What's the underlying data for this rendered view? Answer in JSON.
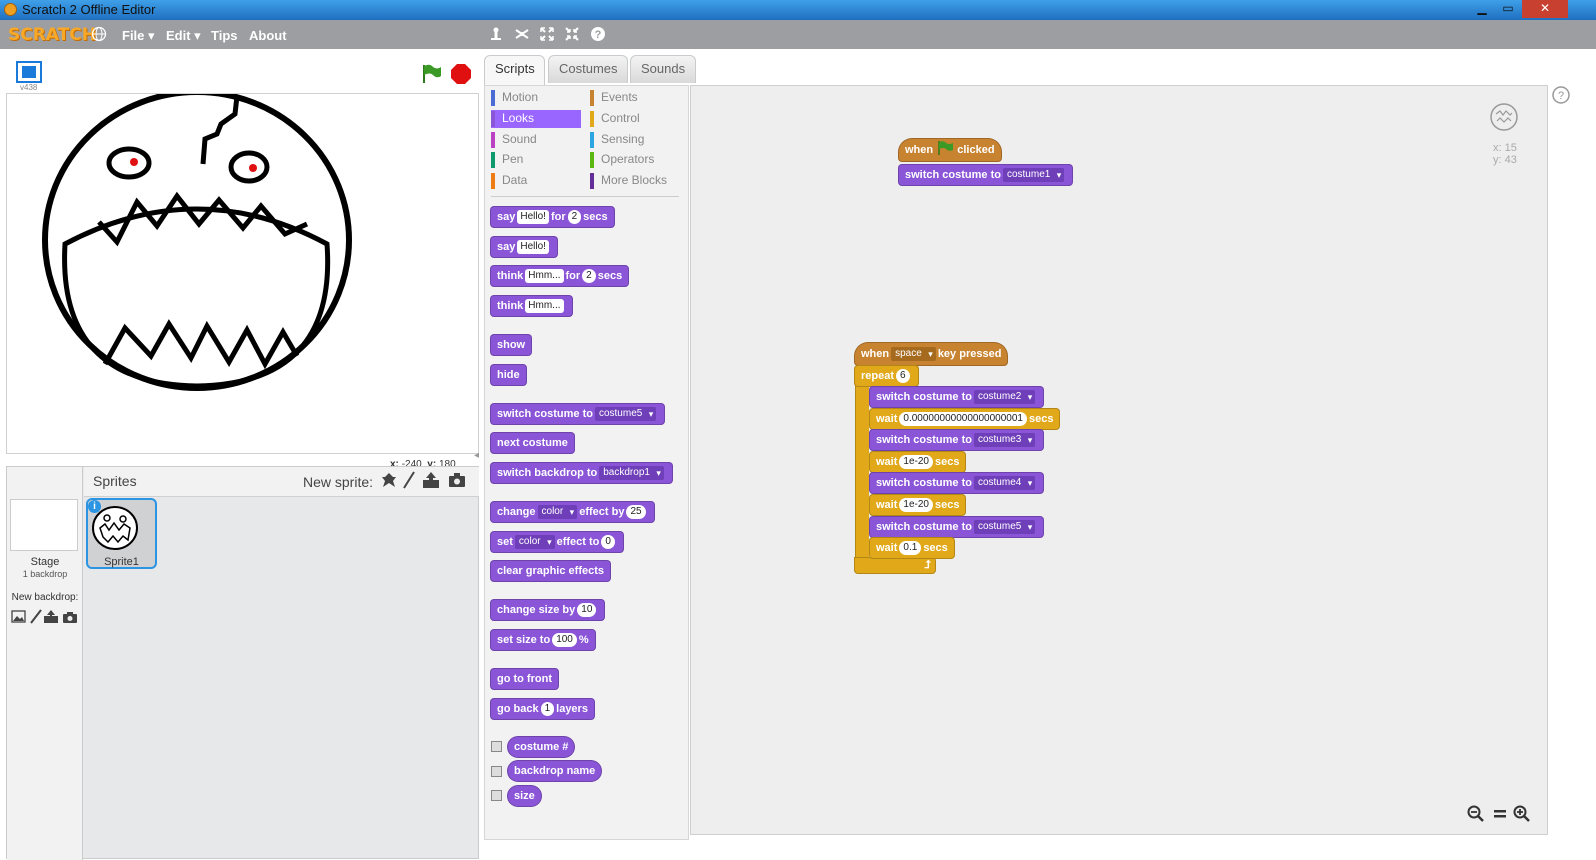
{
  "window": {
    "title": "Scratch 2 Offline Editor",
    "minimize": "▁",
    "maximize": "▭",
    "close": "✕"
  },
  "menubar": {
    "logo": "SCRATCH",
    "file": "File ▾",
    "edit": "Edit ▾",
    "tips": "Tips",
    "about": "About"
  },
  "stage": {
    "version": "v438",
    "coords_x_label": "x:",
    "coords_x": "-240",
    "coords_y_label": "y:",
    "coords_y": "180"
  },
  "sprites": {
    "header": "Sprites",
    "new_sprite": "New sprite:",
    "stage_label": "Stage",
    "stage_sub": "1 backdrop",
    "new_backdrop": "New backdrop:",
    "sprite1": "Sprite1"
  },
  "tabs": [
    "Scripts",
    "Costumes",
    "Sounds"
  ],
  "categories": {
    "left": [
      {
        "label": "Motion",
        "color": "#4a6cd4"
      },
      {
        "label": "Looks",
        "color": "#8a55d7"
      },
      {
        "label": "Sound",
        "color": "#bb42c3"
      },
      {
        "label": "Pen",
        "color": "#0e9a6c"
      },
      {
        "label": "Data",
        "color": "#ee7d16"
      }
    ],
    "right": [
      {
        "label": "Events",
        "color": "#c88330"
      },
      {
        "label": "Control",
        "color": "#e1a91a"
      },
      {
        "label": "Sensing",
        "color": "#2ca5e2"
      },
      {
        "label": "Operators",
        "color": "#5cb712"
      },
      {
        "label": "More Blocks",
        "color": "#632d99"
      }
    ]
  },
  "palette": {
    "say": "say",
    "hello": "Hello!",
    "for": "for",
    "two": "2",
    "secs": "secs",
    "think": "think",
    "hmm": "Hmm...",
    "show": "show",
    "hide": "hide",
    "switch_costume": "switch costume to",
    "costume5": "costume5",
    "next_costume": "next costume",
    "switch_backdrop": "switch backdrop to",
    "backdrop1": "backdrop1",
    "change": "change",
    "color": "color",
    "effect_by": "effect by",
    "twentyfive": "25",
    "set": "set",
    "effect_to": "effect to",
    "zero": "0",
    "clear_effects": "clear graphic effects",
    "change_size_by": "change size by",
    "ten": "10",
    "set_size_to": "set size to",
    "hundred": "100",
    "percent": "%",
    "go_to_front": "go to front",
    "go_back": "go back",
    "one": "1",
    "layers": "layers",
    "costume_num": "costume #",
    "backdrop_name": "backdrop name",
    "size": "size"
  },
  "scripts": {
    "when": "when",
    "clicked": "clicked",
    "switch_costume": "switch costume to",
    "costume1": "costume1",
    "key_when": "when",
    "space": "space",
    "key_pressed": "key pressed",
    "repeat": "repeat",
    "repeat_n": "6",
    "costume2": "costume2",
    "costume3": "costume3",
    "costume4": "costume4",
    "costume5": "costume5",
    "wait": "wait",
    "wait1": "0.00000000000000000001",
    "wait2": "1e-20",
    "wait3": "1e-20",
    "wait4": "0.1",
    "secs": "secs",
    "cursor_x": "x: 15",
    "cursor_y": "y: 43"
  },
  "colors": {
    "looks": "#8a55d7",
    "events": "#c88330",
    "control": "#e1a91a",
    "stop": "#e01010",
    "flag": "#3a9a25"
  }
}
